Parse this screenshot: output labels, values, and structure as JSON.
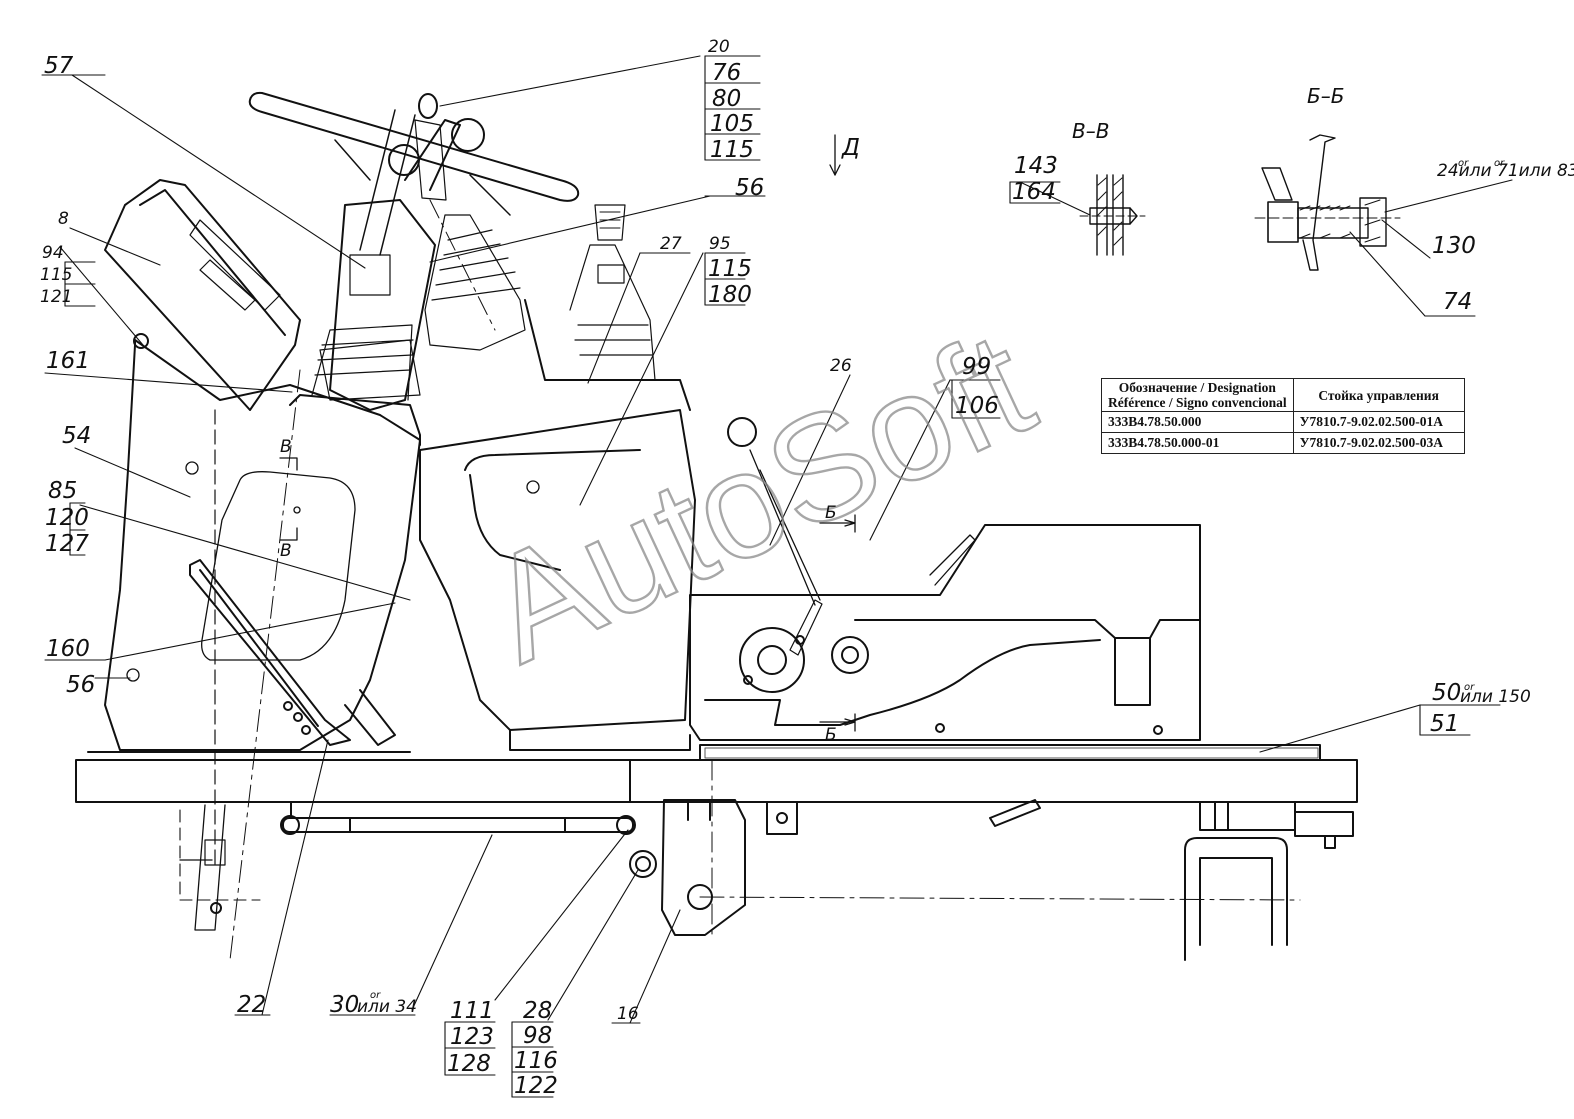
{
  "callouts": {
    "c57": "57",
    "c20": "20",
    "c76": "76",
    "c80": "80",
    "c105": "105",
    "c115a": "115",
    "cD": "Д",
    "c56a": "56",
    "c27": "27",
    "c95": "95",
    "c115b": "115",
    "c180": "180",
    "c8": "8",
    "c94": "94",
    "c115c": "115",
    "c121": "121",
    "c161": "161",
    "c54": "54",
    "c85": "85",
    "c120": "120",
    "c127": "127",
    "c160": "160",
    "c56b": "56",
    "c26": "26",
    "c99": "99",
    "c106": "106",
    "c143": "143",
    "c164": "164",
    "c130": "130",
    "c74": "74",
    "c24": "24или 71или 83",
    "c50": "50",
    "c50alt": "или 150",
    "c51": "51",
    "c22": "22",
    "c30": "30",
    "c30alt": "или 34",
    "c111": "111",
    "c123": "123",
    "c128": "128",
    "c28": "28",
    "c98": "98",
    "c116": "116",
    "c122": "122",
    "c16": "16",
    "og": "or",
    "secB": "В",
    "secBv": "Б"
  },
  "sections": {
    "vv": "В–В",
    "bb": "Б–Б"
  },
  "watermark": "AutoSoft",
  "table": {
    "header_designation": "Обозначение / Designation\nRéférence / Signo convencional",
    "header_name": "Стойка управления",
    "rows": [
      {
        "designation": "333В4.78.50.000",
        "name": "У7810.7-9.02.02.500-01А"
      },
      {
        "designation": "333В4.78.50.000-01",
        "name": "У7810.7-9.02.02.500-03А"
      }
    ]
  }
}
